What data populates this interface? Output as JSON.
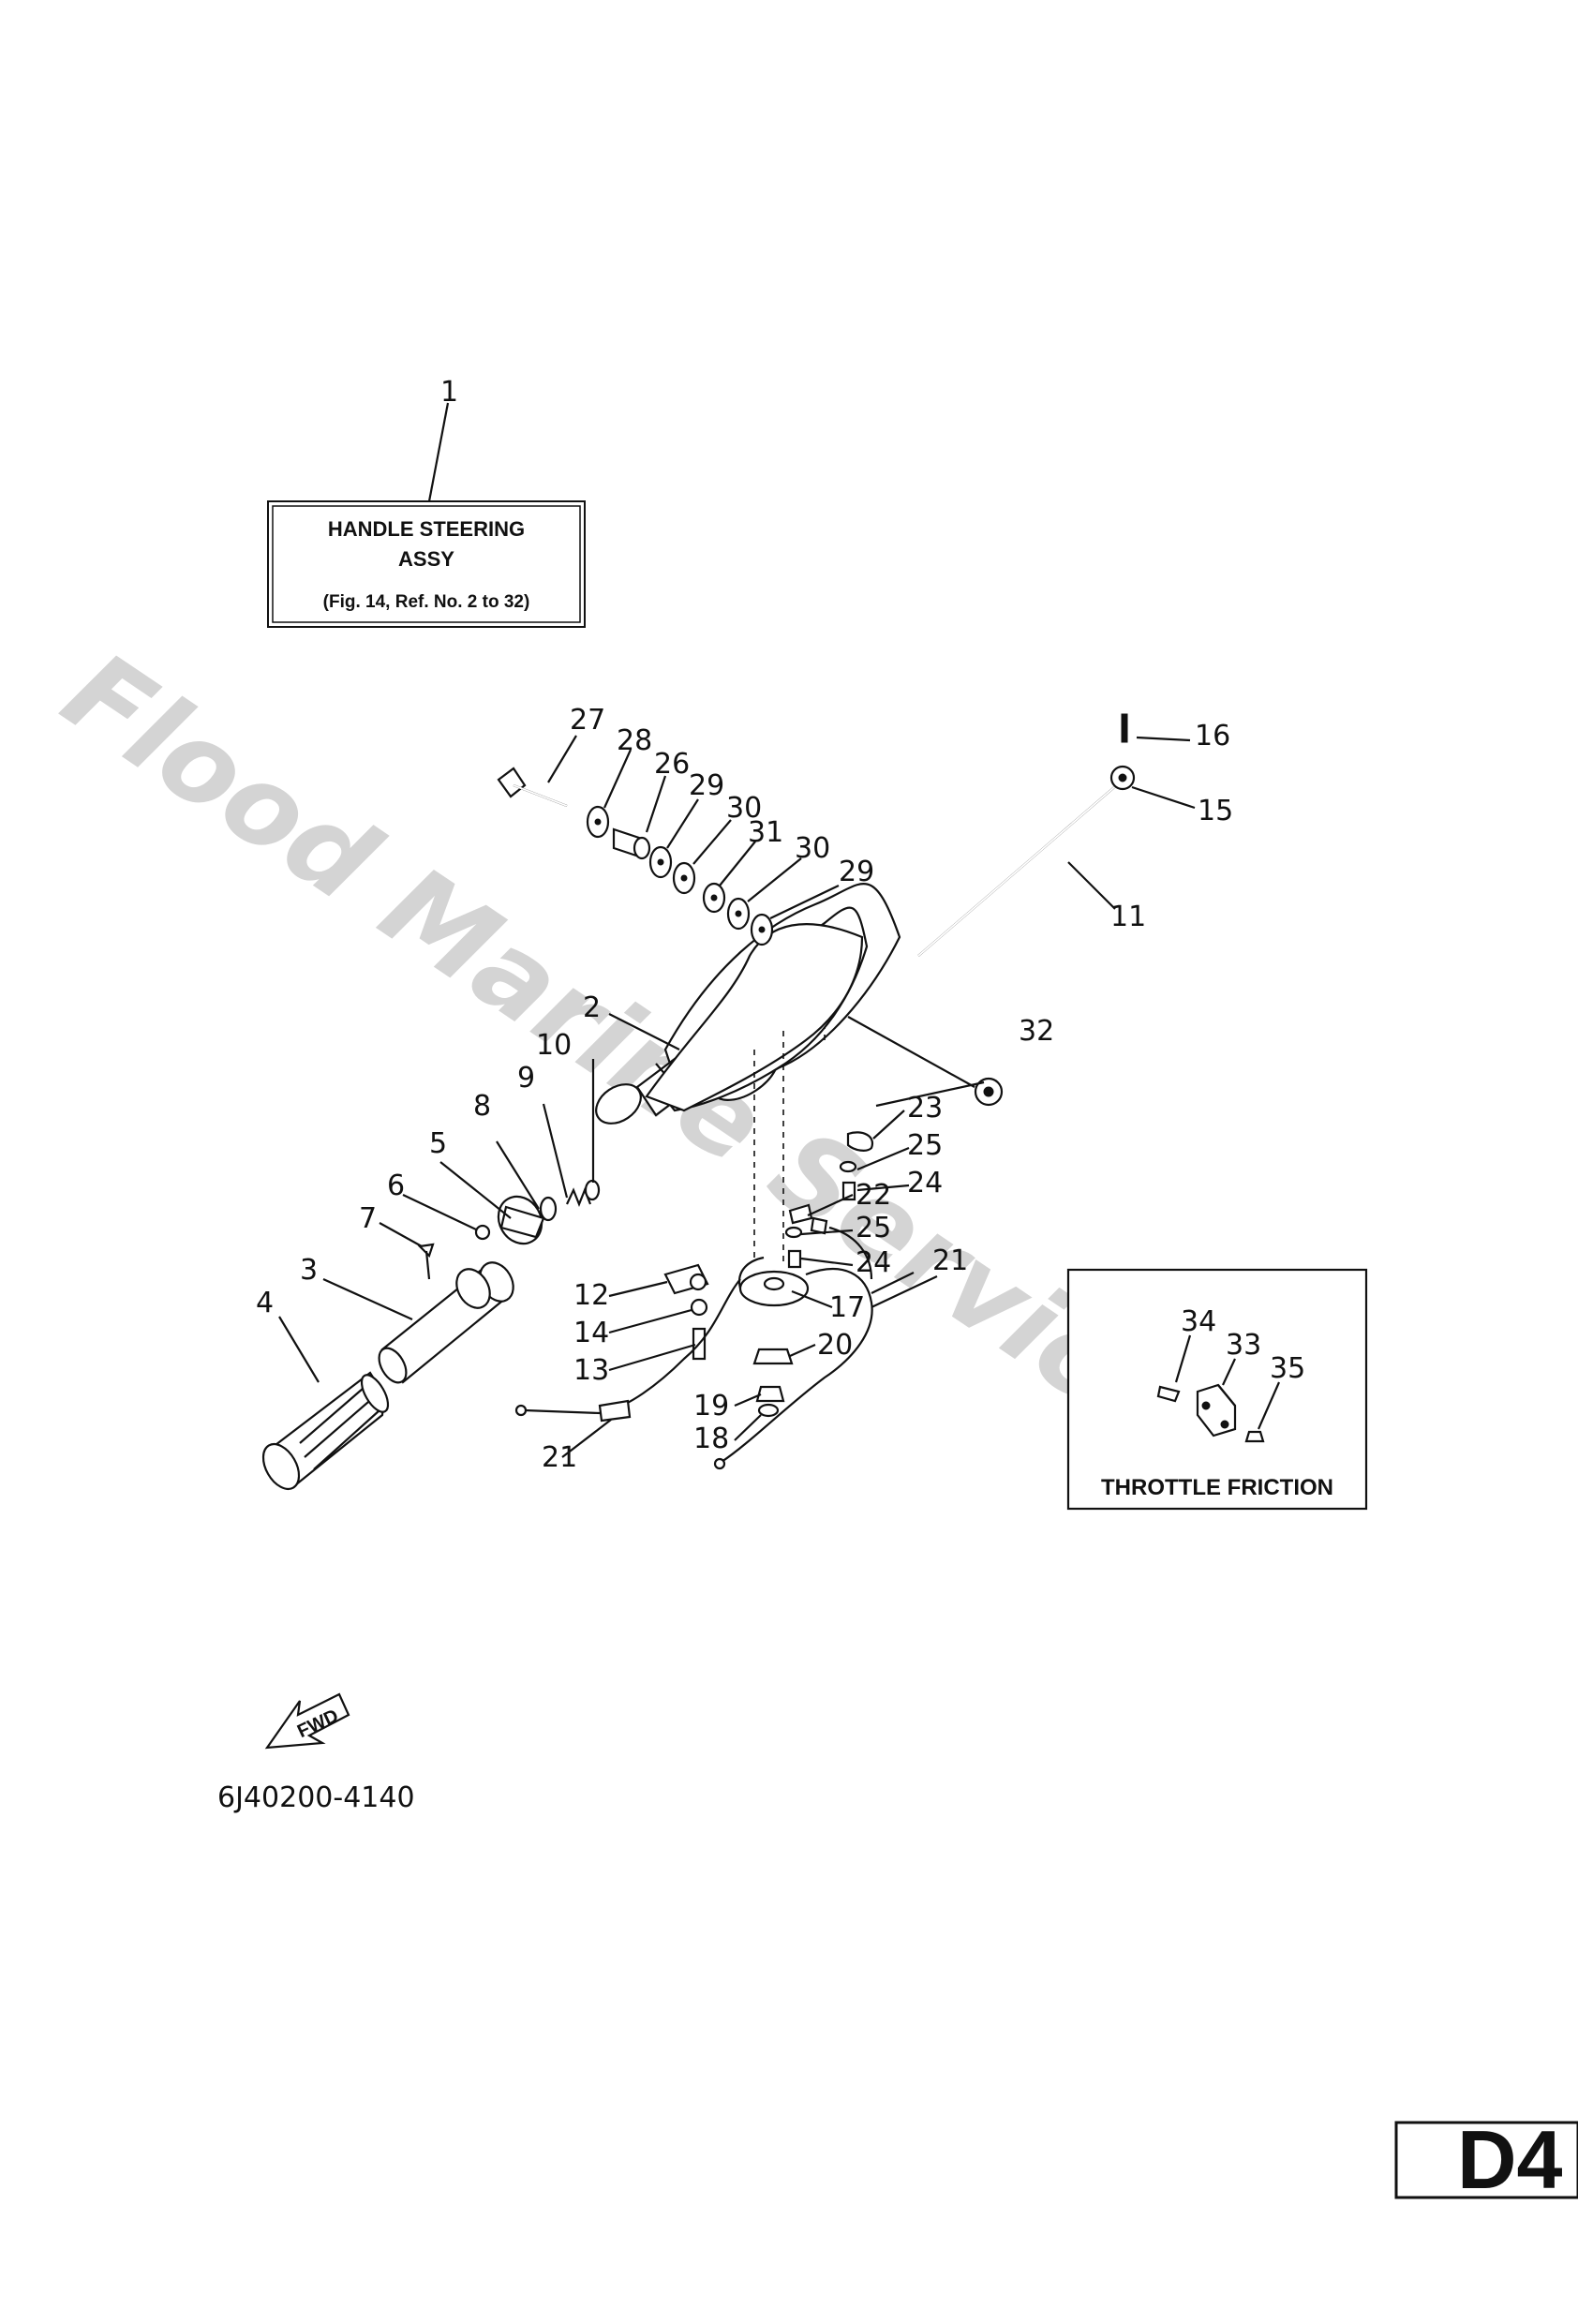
{
  "watermark": "Flood Marine Services",
  "main_box": {
    "line1": "HANDLE STEERING",
    "line2": "ASSY",
    "line3": "(Fig. 14, Ref. No. 2 to 32)"
  },
  "throttle_box": {
    "label": "THROTTLE FRICTION"
  },
  "fwd": {
    "label": "FWD"
  },
  "part_code": "6J40200-4140",
  "page_tag": "D4",
  "callouts": {
    "c1": "1",
    "c2": "2",
    "c3": "3",
    "c4": "4",
    "c5": "5",
    "c6": "6",
    "c7": "7",
    "c8": "8",
    "c9": "9",
    "c10": "10",
    "c11": "11",
    "c12": "12",
    "c13": "13",
    "c14": "14",
    "c15": "15",
    "c16": "16",
    "c17": "17",
    "c18": "18",
    "c19": "19",
    "c20": "20",
    "c21a": "21",
    "c21b": "21",
    "c22": "22",
    "c23": "23",
    "c24a": "24",
    "c24b": "24",
    "c25a": "25",
    "c25b": "25",
    "c26": "26",
    "c27": "27",
    "c28": "28",
    "c29a": "29",
    "c29b": "29",
    "c30a": "30",
    "c30b": "30",
    "c31": "31",
    "c32": "32",
    "c33": "33",
    "c34": "34",
    "c35": "35"
  }
}
